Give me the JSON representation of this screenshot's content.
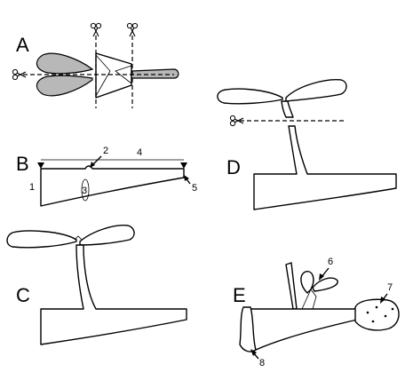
{
  "panels": {
    "a": {
      "letter": "A"
    },
    "b": {
      "letter": "B",
      "labels": [
        "1",
        "2",
        "3",
        "4",
        "5"
      ]
    },
    "c": {
      "letter": "C"
    },
    "d": {
      "letter": "D"
    },
    "e": {
      "letter": "E",
      "labels": [
        "6",
        "7",
        "8"
      ]
    }
  },
  "icons": {
    "cut_marker": "scissors-icon"
  },
  "colors": {
    "line": "#000000",
    "cotyledon_fill": "#b8b8b8",
    "background": "#ffffff"
  }
}
